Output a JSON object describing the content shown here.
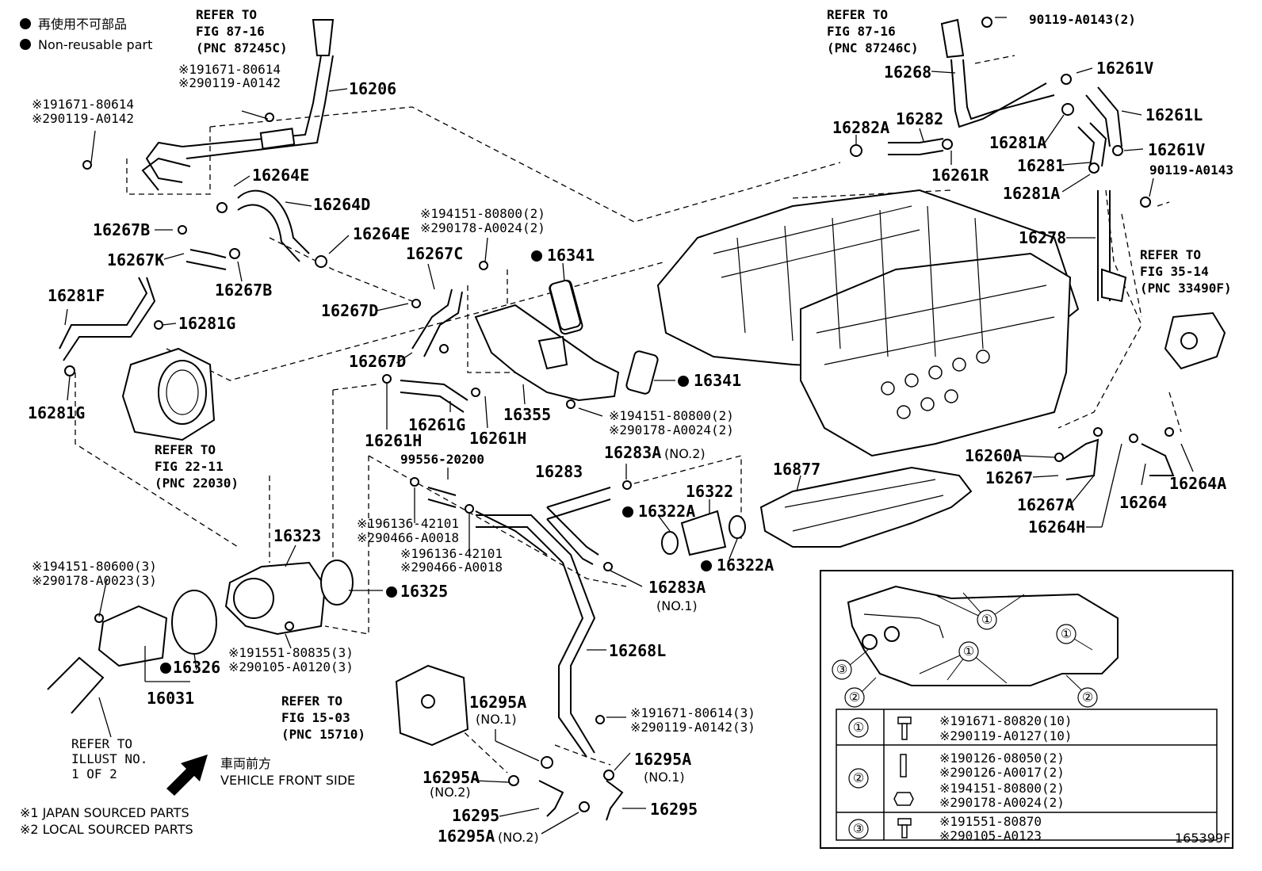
{
  "legend": {
    "jp": "再使用不可部品",
    "en": "Non-reusable part"
  },
  "refs": {
    "r87245c": [
      "REFER TO",
      "FIG 87-16",
      "(PNC 87245C)"
    ],
    "r87246c": [
      "REFER TO",
      "FIG 87-16",
      "(PNC 87246C)"
    ],
    "r33490f": [
      "REFER TO",
      "FIG 35-14",
      "(PNC 33490F)"
    ],
    "r22030": [
      "REFER TO",
      "FIG 22-11",
      "(PNC 22030)"
    ],
    "r15710": [
      "REFER TO",
      "FIG 15-03",
      "(PNC 15710)"
    ],
    "illust": [
      "REFER TO",
      "ILLUST NO.",
      "1 OF 2"
    ]
  },
  "labels": {
    "l16206": "16206",
    "l16264e_a": "16264E",
    "l16264d": "16264D",
    "l16264e_b": "16264E",
    "l16267b_a": "16267B",
    "l16267k": "16267K",
    "l16267b_b": "16267B",
    "l16281f": "16281F",
    "l16281g_a": "16281G",
    "l16281g_b": "16281G",
    "l16267c": "16267C",
    "l16267d_a": "16267D",
    "l16267d_b": "16267D",
    "l16341_a": "16341",
    "l16341_b": "16341",
    "l16261g": "16261G",
    "l16261h_a": "16261H",
    "l16261h_b": "16261H",
    "l16355": "16355",
    "l16283a_a": "16283A",
    "l16283": "16283",
    "l16322": "16322",
    "l16322a_a": "16322A",
    "l16322a_b": "16322A",
    "l16877": "16877",
    "l16283a_b": "16283A",
    "l16323": "16323",
    "l16325": "16325",
    "l16326": "16326",
    "l16031": "16031",
    "l16268l": "16268L",
    "l16295a_a": "16295A",
    "l16295a_b": "16295A",
    "l16295a_c": "16295A",
    "l16295a_d": "16295A",
    "l16295_a": "16295",
    "l16295_b": "16295",
    "l16268": "16268",
    "l16261v_a": "16261V",
    "l16261l": "16261L",
    "l16261v_b": "16261V",
    "l16282a": "16282A",
    "l16282": "16282",
    "l16281a_a": "16281A",
    "l16281": "16281",
    "l16261r": "16261R",
    "l16281a_b": "16281A",
    "l16278": "16278",
    "l16260a": "16260A",
    "l16267": "16267",
    "l16267a": "16267A",
    "l16264": "16264",
    "l16264a": "16264A",
    "l16264h": "16264H",
    "l99556": "99556-20200",
    "l90119_top": "90119-A0143(2)",
    "l90119_mid": "90119-A0143",
    "fig_id": "165399F"
  },
  "subs": {
    "no1_a": "(NO.1)",
    "no1_b": "(NO.1)",
    "no1_c": "(NO.1)",
    "no2_a": "(NO.2)",
    "no2_b": "(NO.2)",
    "no2_c": "(NO.2)"
  },
  "callouts": {
    "c1a": [
      "※191671-80614",
      "※290119-A0142"
    ],
    "c1b": [
      "※191671-80614",
      "※290119-A0142"
    ],
    "c2": [
      "※194151-80800(2)",
      "※290178-A0024(2)"
    ],
    "c3": [
      "※194151-80800(2)",
      "※290178-A0024(2)"
    ],
    "c4": [
      "※196136-42101",
      "※290466-A0018"
    ],
    "c5": [
      "※196136-42101",
      "※290466-A0018"
    ],
    "c6": [
      "※194151-80600(3)",
      "※290178-A0023(3)"
    ],
    "c7": [
      "※191551-80835(3)",
      "※290105-A0120(3)"
    ],
    "c8": [
      "※191671-80614(3)",
      "※290119-A0142(3)"
    ]
  },
  "front": {
    "jp": "車両前方",
    "en": "VEHICLE FRONT SIDE"
  },
  "notes": {
    "n1": "※1 JAPAN SOURCED PARTS",
    "n2": "※2 LOCAL SOURCED PARTS"
  },
  "inset": {
    "rows": [
      {
        "num": "①",
        "lines": [
          "※191671-80820(10)",
          "※290119-A0127(10)"
        ]
      },
      {
        "num": "②",
        "lines": [
          "※190126-08050(2)",
          "※290126-A0017(2)",
          "※194151-80800(2)",
          "※290178-A0024(2)"
        ]
      },
      {
        "num": "③",
        "lines": [
          "※191551-80870",
          "※290105-A0123"
        ]
      }
    ],
    "marks": [
      "①",
      "①",
      "①",
      "②",
      "②",
      "③"
    ]
  }
}
